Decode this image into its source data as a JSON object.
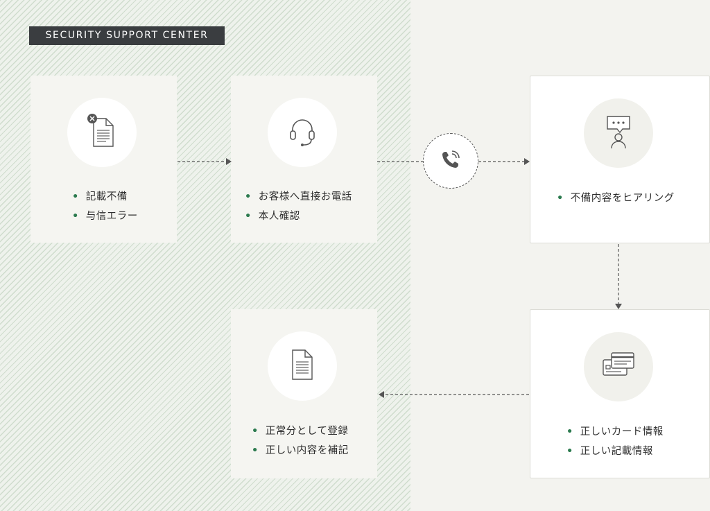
{
  "header": {
    "title": "SECURITY SUPPORT CENTER"
  },
  "steps": [
    {
      "id": "error",
      "icon": "document-error-icon",
      "items": [
        "記載不備",
        "与信エラー"
      ]
    },
    {
      "id": "call",
      "icon": "headset-icon",
      "items": [
        "お客様へ直接お電話",
        "本人確認"
      ]
    },
    {
      "id": "hearing",
      "icon": "chat-person-icon",
      "items": [
        "不備内容をヒアリング"
      ]
    },
    {
      "id": "correct-info",
      "icon": "credit-card-icon",
      "items": [
        "正しいカード情報",
        "正しい記載情報"
      ]
    },
    {
      "id": "register",
      "icon": "document-icon",
      "items": [
        "正常分として登録",
        "正しい内容を補記"
      ]
    }
  ],
  "connector": {
    "icon": "phone-icon"
  },
  "colors": {
    "accent": "#2b7a4e",
    "badge": "#3a3d40",
    "hatch": "#cfdccd"
  }
}
